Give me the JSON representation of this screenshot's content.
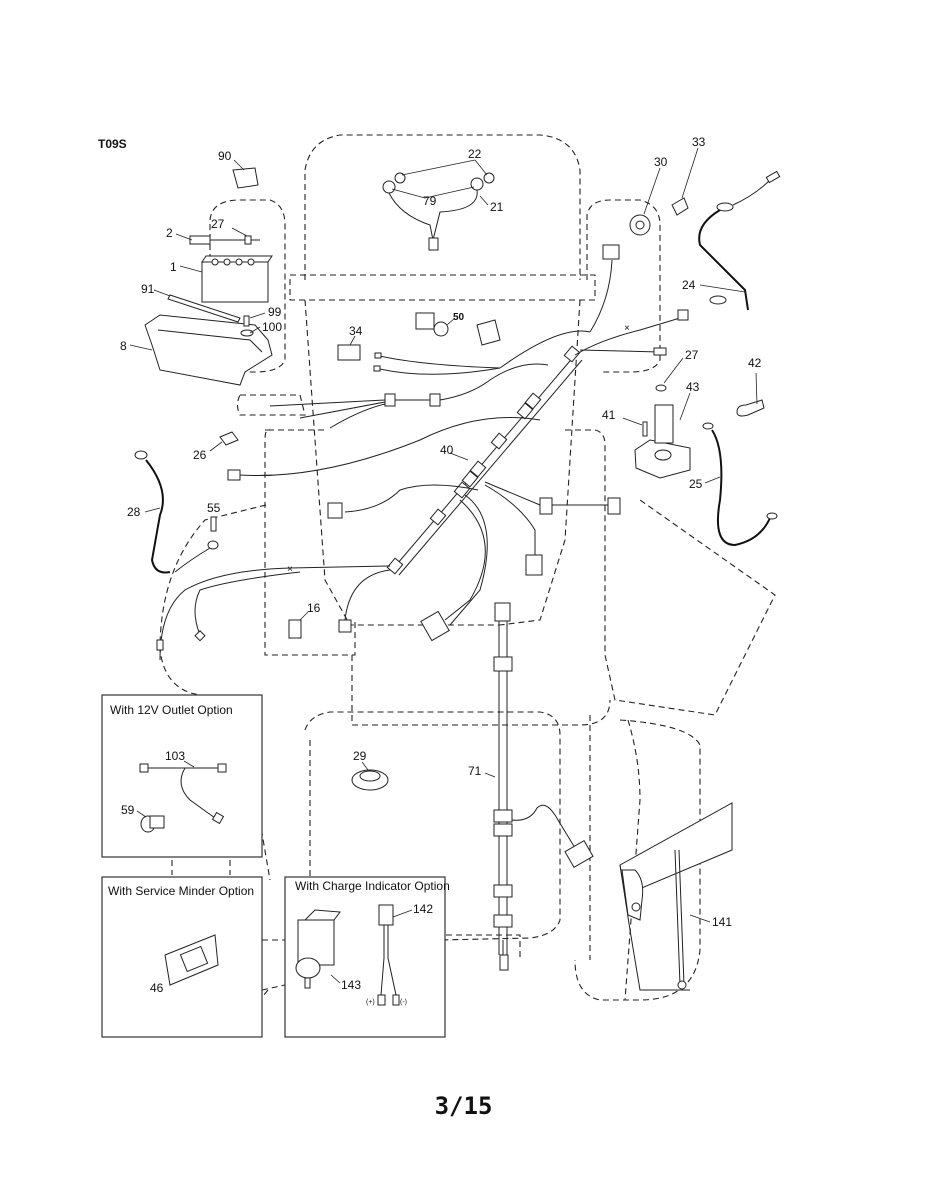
{
  "diagram": {
    "code": "T09S",
    "page_number": "3/15",
    "part_labels": {
      "p1": "1",
      "p2": "2",
      "p8": "8",
      "p16": "16",
      "p21": "21",
      "p22": "22",
      "p24": "24",
      "p25": "25",
      "p26": "26",
      "p27a": "27",
      "p27b": "27",
      "p28": "28",
      "p29": "29",
      "p30": "30",
      "p33": "33",
      "p34": "34",
      "p40": "40",
      "p41": "41",
      "p42": "42",
      "p43": "43",
      "p46": "46",
      "p50": "50",
      "p55": "55",
      "p59": "59",
      "p71": "71",
      "p79": "79",
      "p90": "90",
      "p91": "91",
      "p99": "99",
      "p100": "100",
      "p103": "103",
      "p141": "141",
      "p142": "142",
      "p143": "143"
    },
    "option_boxes": {
      "outlet": "With 12V Outlet Option",
      "service_minder": "With Service Minder Option",
      "charge_indicator": "With Charge Indicator Option"
    },
    "polarity": {
      "positive": "(+)",
      "negative": "(-)"
    }
  }
}
